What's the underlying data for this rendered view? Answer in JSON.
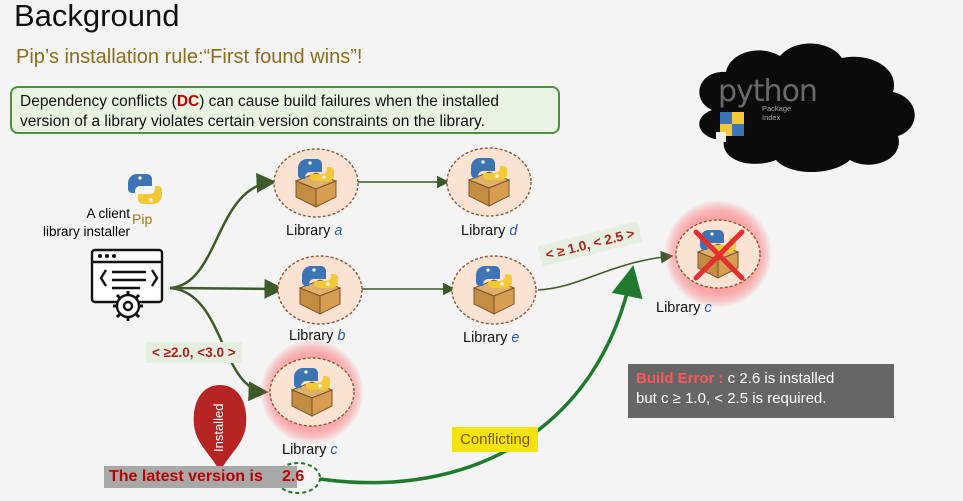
{
  "slide": {
    "title": "Background",
    "subtitle": "Pip’s installation rule:“First found wins”!",
    "dc_box": {
      "prefix": "Dependency conflicts (",
      "acronym": "DC",
      "suffix": ") can cause build failures when the installed",
      "line2": "version of a library violates certain version constraints on the library."
    }
  },
  "client": {
    "label_line1": "A client",
    "label_line2": "library installer",
    "pip_label": "Pip"
  },
  "libraries": {
    "a": {
      "prefix": "Library ",
      "var": "a"
    },
    "d": {
      "prefix": "Library ",
      "var": "d"
    },
    "b": {
      "prefix": "Library ",
      "var": "b"
    },
    "e": {
      "prefix": "Library ",
      "var": "e"
    },
    "c_installed": {
      "prefix": "Library ",
      "var": "c"
    },
    "c_required": {
      "prefix": "Library ",
      "var": "c"
    }
  },
  "constraints": {
    "b_to_c": "< ≥2.0, <3.0 >",
    "e_to_c": "< ≥ 1.0, < 2.5 >"
  },
  "installed_label": "Installed",
  "conflicting_label": "Conflicting",
  "latest": {
    "text": "The latest version is",
    "version": "2.6"
  },
  "error": {
    "label": "Build Error :",
    "line1_rest": " c 2.6 is installed",
    "line2": "but c ≥ 1.0, < 2.5 is required."
  },
  "pypi": {
    "name": "python",
    "sub_line1": "Package",
    "sub_line2": "Index"
  },
  "colors": {
    "accent_red": "#c00000",
    "lib_var_blue": "#2a5fae",
    "arrow_green": "#1f7a2e",
    "conflict_yellow": "#f5e30f",
    "error_gray": "#666666",
    "cloud_black": "#0b0b0b"
  }
}
